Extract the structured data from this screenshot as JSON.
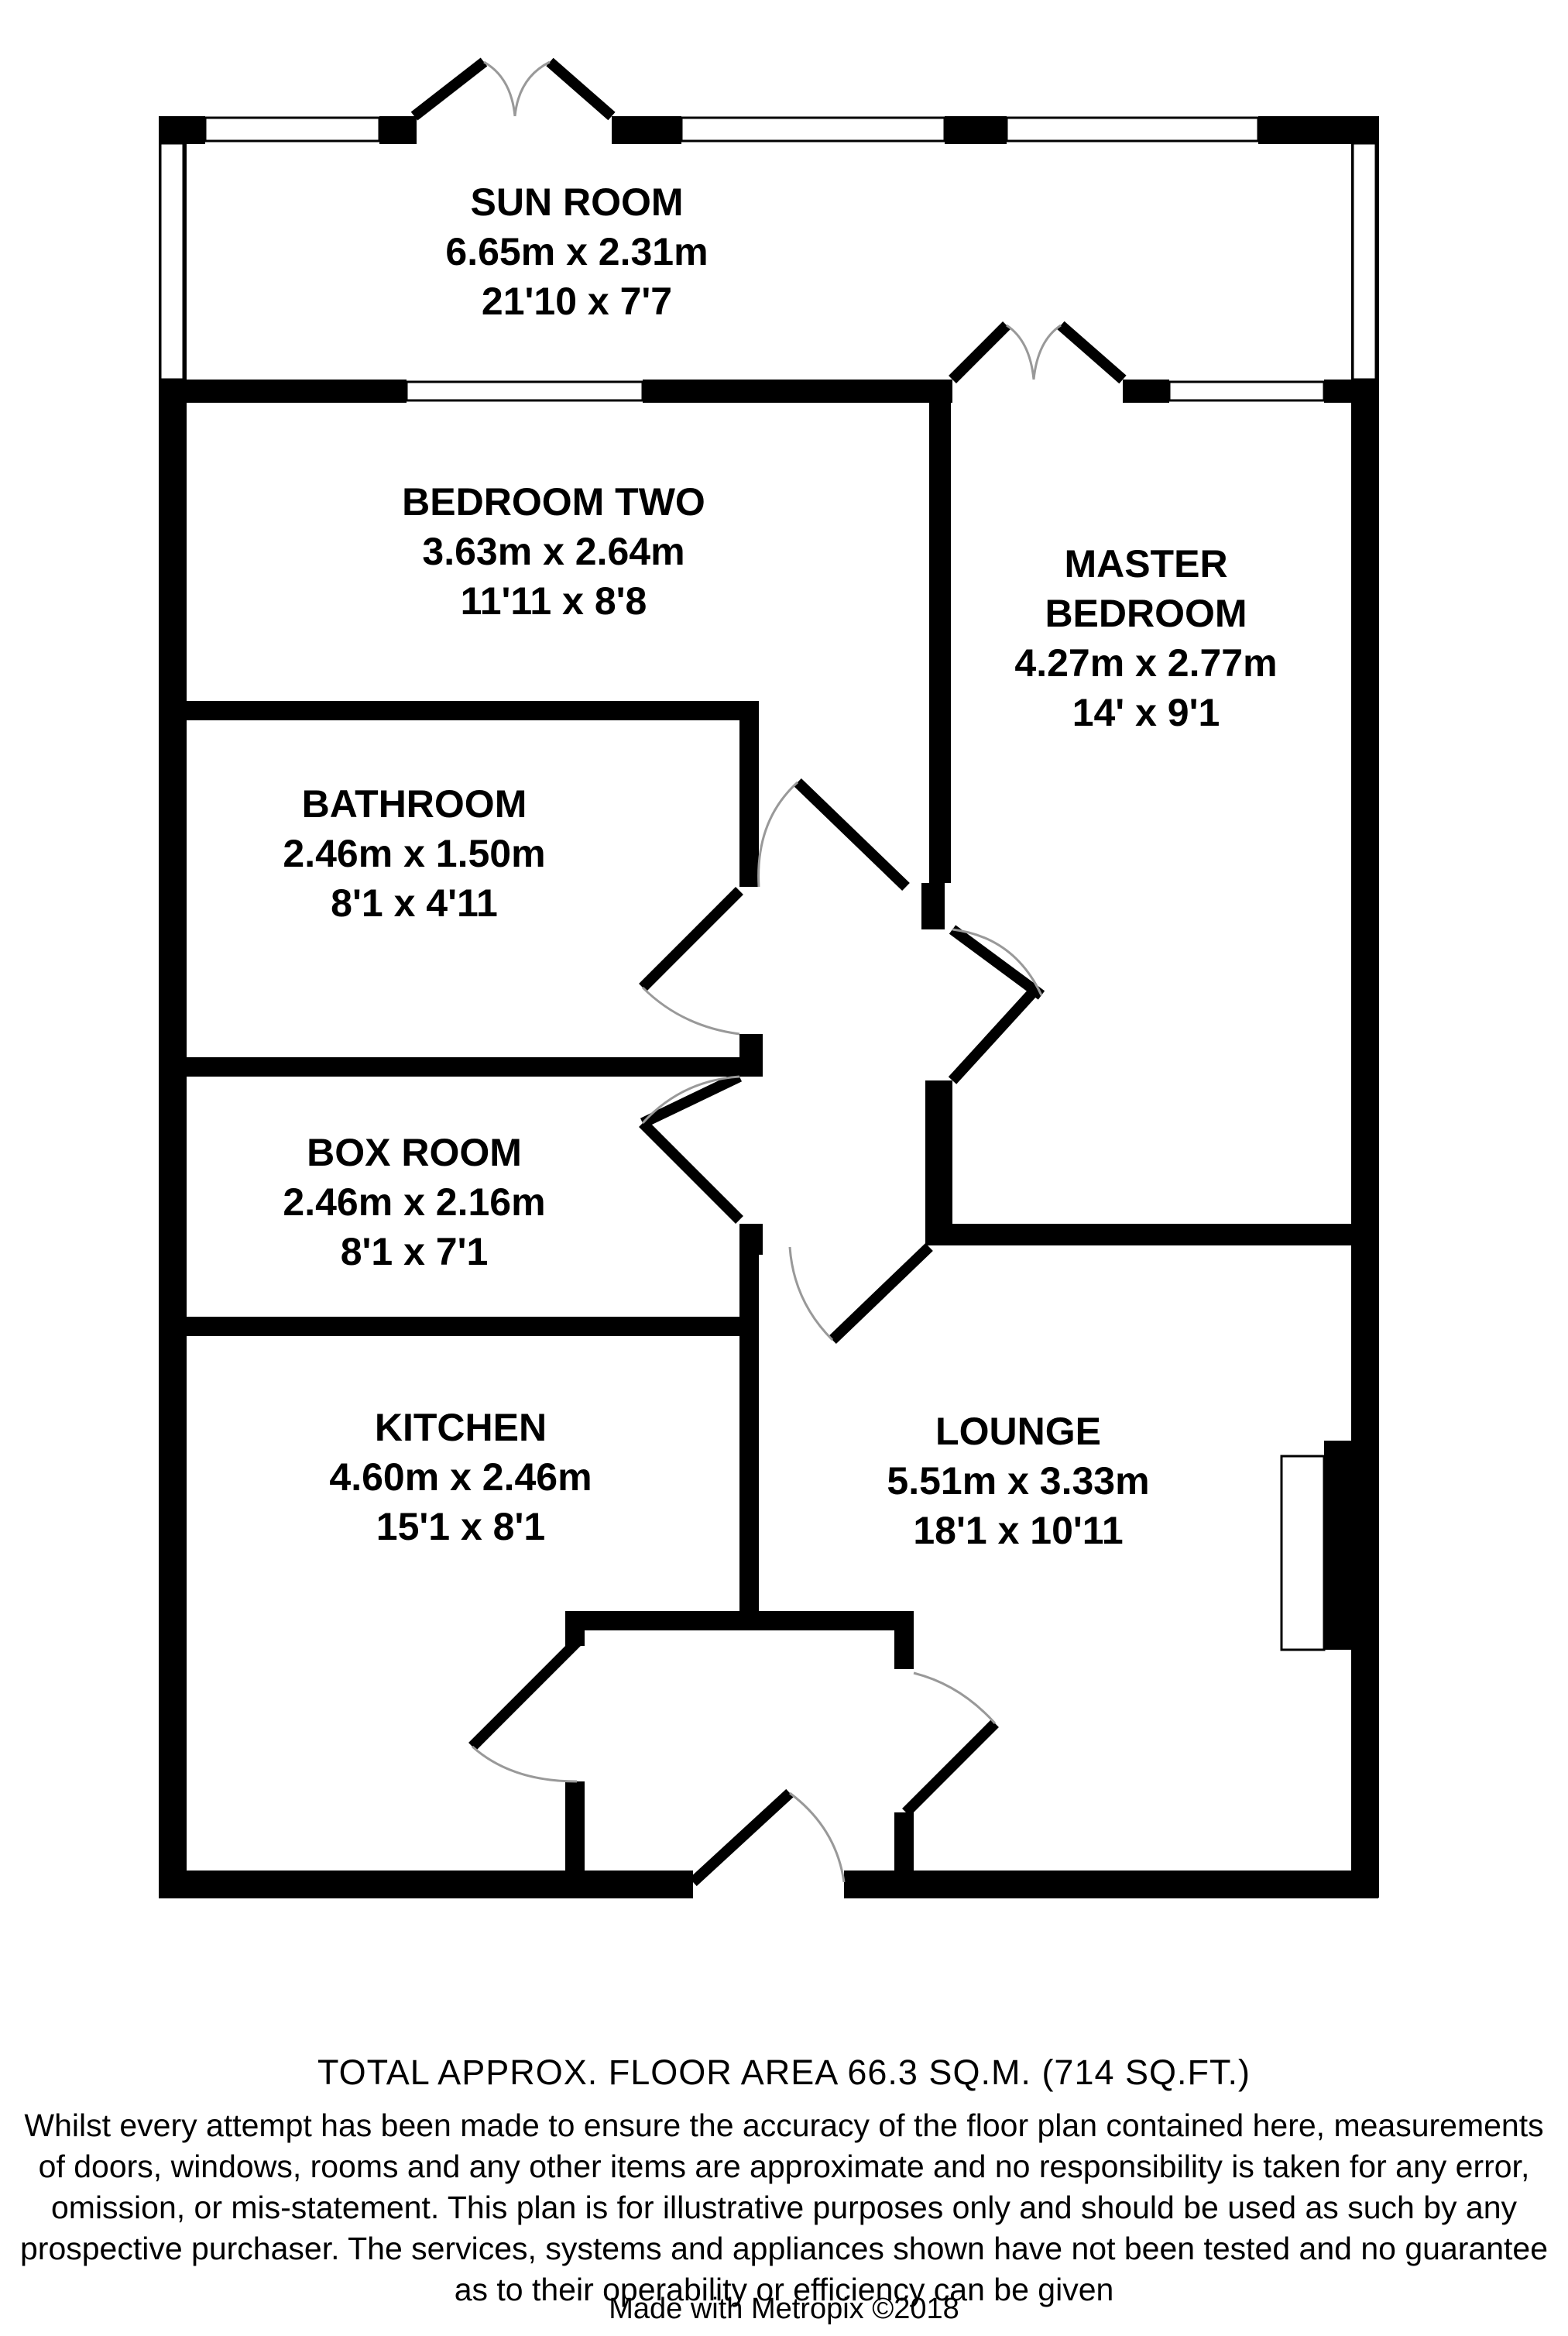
{
  "rooms": {
    "sun_room": {
      "name_lines": [
        "SUN ROOM"
      ],
      "metric": "6.65m x 2.31m",
      "imperial": "21'10 x 7'7"
    },
    "bedroom_two": {
      "name_lines": [
        "BEDROOM TWO"
      ],
      "metric": "3.63m x 2.64m",
      "imperial": "11'11 x 8'8"
    },
    "master_bedroom": {
      "name_lines": [
        "MASTER",
        "BEDROOM"
      ],
      "metric": "4.27m x 2.77m",
      "imperial": "14' x 9'1"
    },
    "bathroom": {
      "name_lines": [
        "BATHROOM"
      ],
      "metric": "2.46m x 1.50m",
      "imperial": "8'1 x 4'11"
    },
    "box_room": {
      "name_lines": [
        "BOX ROOM"
      ],
      "metric": "2.46m x 2.16m",
      "imperial": "8'1 x 7'1"
    },
    "kitchen": {
      "name_lines": [
        "KITCHEN"
      ],
      "metric": "4.60m x 2.46m",
      "imperial": "15'1 x 8'1"
    },
    "lounge": {
      "name_lines": [
        "LOUNGE"
      ],
      "metric": "5.51m x 3.33m",
      "imperial": "18'1 x 10'11"
    }
  },
  "footer": {
    "total_area": "TOTAL APPROX. FLOOR AREA 66.3 SQ.M. (714 SQ.FT.)",
    "disclaimer_lines": [
      "Whilst every attempt has been made to ensure the accuracy of the floor plan contained here, measurements",
      "of doors, windows, rooms and any other items are approximate and no responsibility is taken for any error,",
      "omission, or mis-statement. This plan is for illustrative purposes only and should be used as such by any",
      "prospective purchaser. The services, systems and appliances shown have not been tested and no guarantee",
      "as to their operability or efficiency can be given"
    ],
    "credit": "Made with Metropix ©2018"
  },
  "colors": {
    "wall": "#000000",
    "window_fill": "#ffffff",
    "door_swing": "#999999"
  }
}
